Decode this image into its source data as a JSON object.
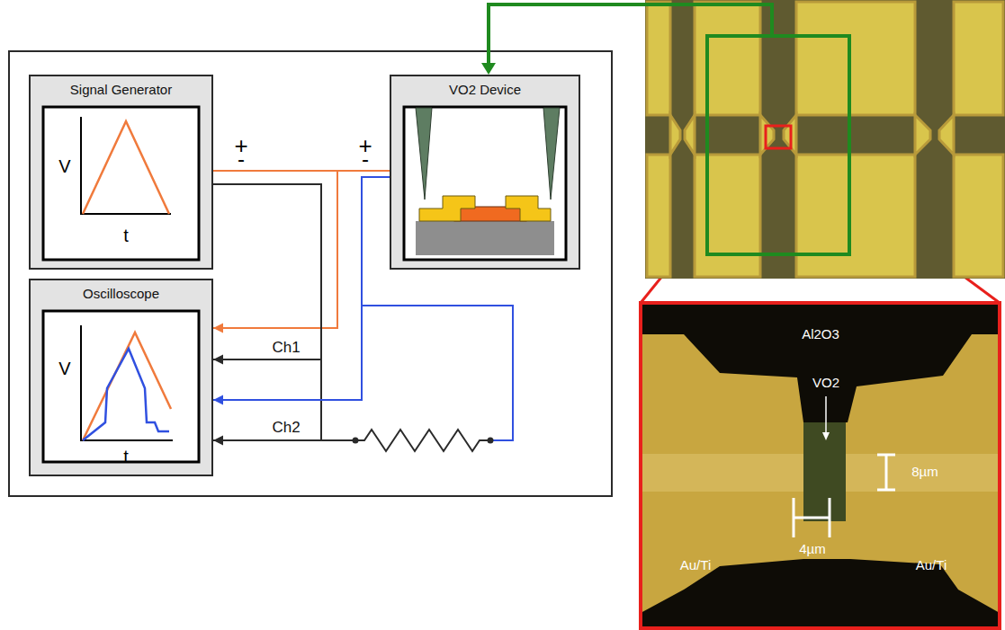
{
  "diagram": {
    "nodes": [
      {
        "text": [
          "Signal Generator"
        ]
      },
      {
        "text": [
          "VO2 Device"
        ]
      },
      {
        "text": [
          "Oscilloscope"
        ]
      }
    ],
    "edges": [
      {
        "from": 0,
        "to": 1,
        "arrow": "none"
      },
      {
        "from": 0,
        "to": 2,
        "arrow": "to"
      },
      {
        "from": 0,
        "to": 2,
        "arrow": "to",
        "label": "Ch1"
      },
      {
        "from": 0,
        "to": 2,
        "arrow": "to",
        "label": "Ch2"
      },
      {
        "from": 1,
        "to": 2,
        "arrow": "to"
      }
    ],
    "labels": [
      "V",
      "t",
      "+",
      "-",
      "+",
      "-",
      "V",
      "t",
      "Al2O3",
      "VO2",
      "8µm",
      "4µm",
      "Au/Ti",
      "Au/Ti"
    ]
  }
}
